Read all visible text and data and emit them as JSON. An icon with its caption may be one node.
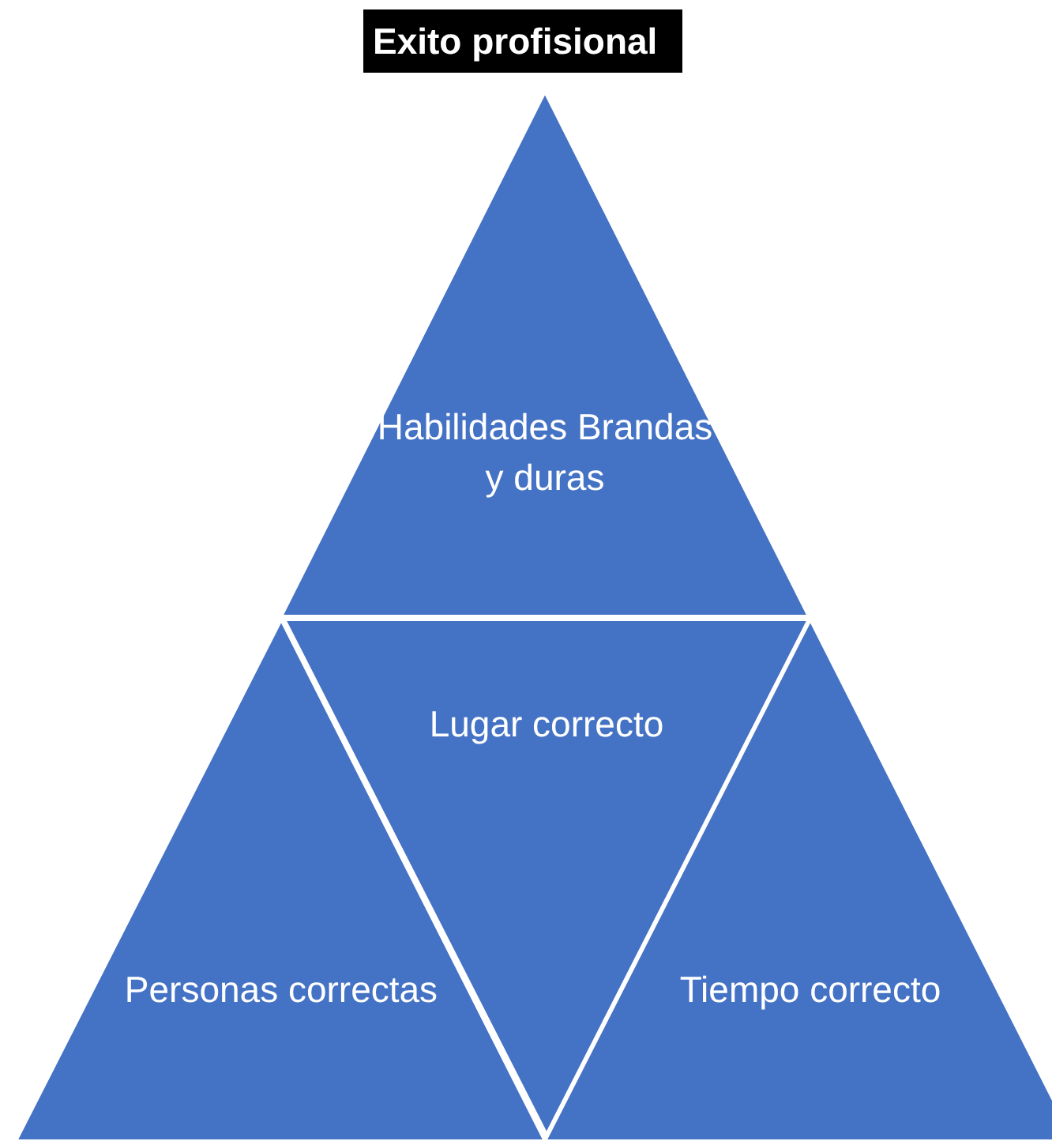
{
  "diagram": {
    "title": "Exito profisional",
    "nodes": [
      {
        "text": [
          "Habilidades Brandas y duras"
        ]
      },
      {
        "text": [
          "Lugar correcto"
        ]
      },
      {
        "text": [
          "Personas correctas"
        ]
      },
      {
        "text": [
          "Tiempo correcto"
        ]
      }
    ]
  }
}
